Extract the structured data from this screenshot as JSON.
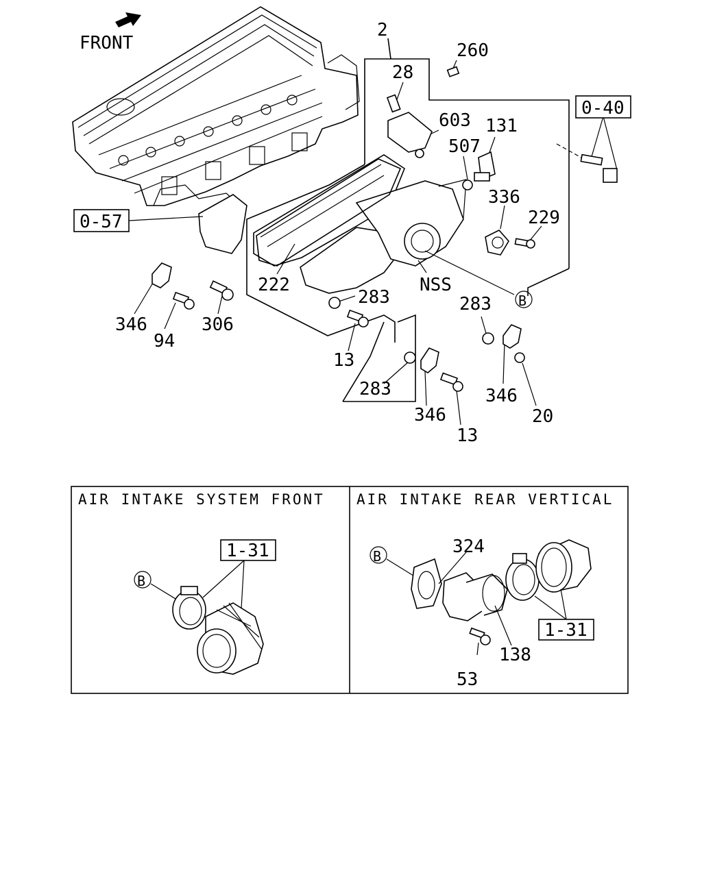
{
  "diagram": {
    "front_label": "FRONT",
    "callouts": {
      "c2": "2",
      "c28": "28",
      "c260": "260",
      "c603": "603",
      "c131": "131",
      "c507": "507",
      "c336": "336",
      "c229": "229",
      "c222": "222",
      "nss": "NSS",
      "b_main": "B",
      "c283_a": "283",
      "c283_b": "283",
      "c283_c": "283",
      "c346_a": "346",
      "c346_b": "346",
      "c346_c": "346",
      "c94": "94",
      "c306": "306",
      "c13_a": "13",
      "c13_b": "13",
      "c20": "20"
    },
    "ref_boxes": {
      "r040": "0-40",
      "r057": "0-57"
    },
    "panels": {
      "front": {
        "title": "AIR INTAKE SYSTEM FRONT",
        "ref": "1-31",
        "b": "B"
      },
      "rear": {
        "title": "AIR INTAKE REAR VERTICAL",
        "ref": "1-31",
        "b": "B",
        "c324": "324",
        "c138": "138",
        "c53": "53"
      }
    }
  }
}
